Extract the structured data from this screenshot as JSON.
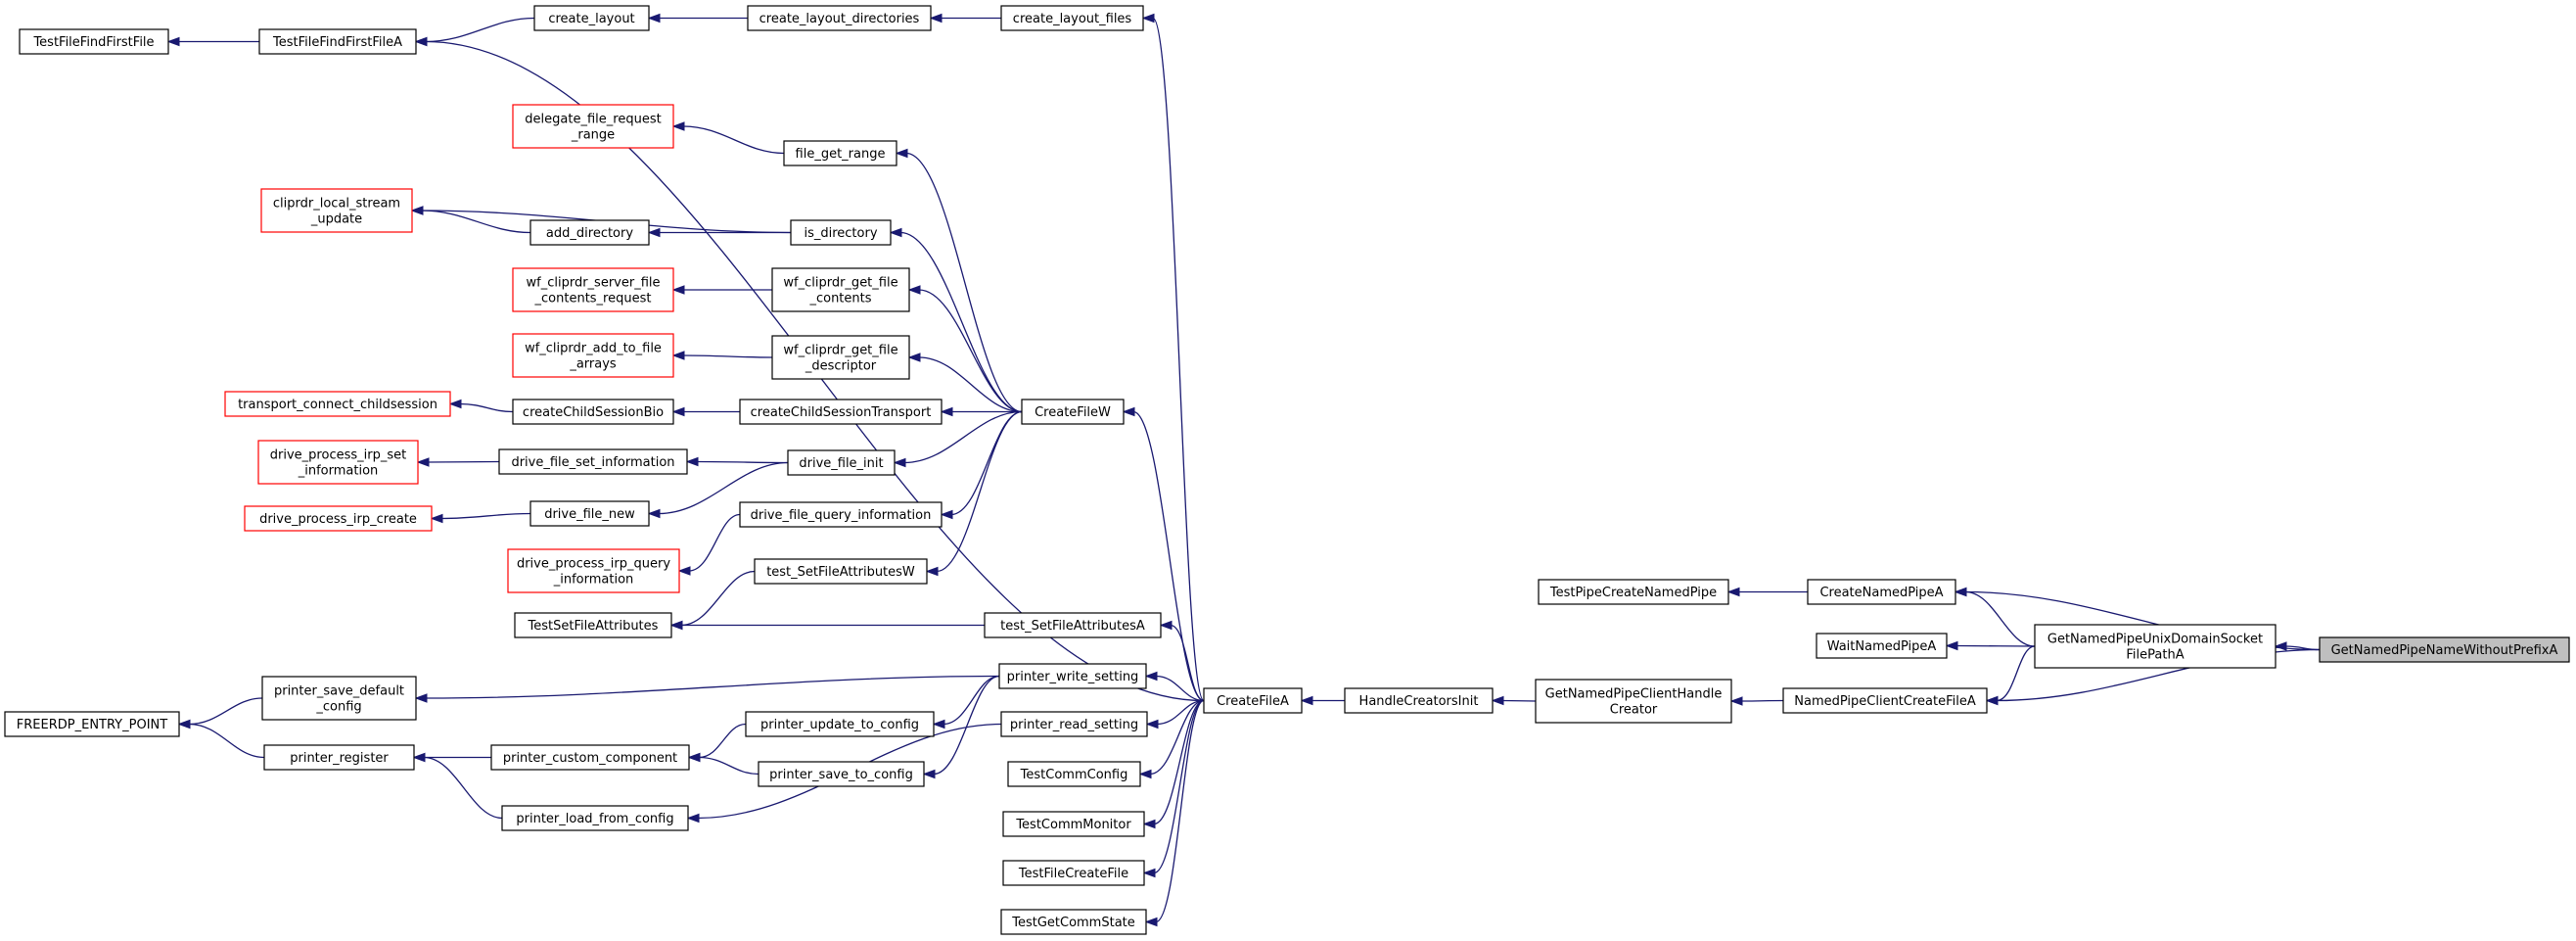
{
  "graph": {
    "nodes": {
      "GetNamedPipeNameWithoutPrefixA": {
        "lines": [
          "GetNamedPipeNameWithoutPrefixA"
        ],
        "root": true
      },
      "GetNamedPipeUnixDomainSocketFilePathA": {
        "lines": [
          "GetNamedPipeUnixDomainSocket",
          "FilePathA"
        ]
      },
      "CreateNamedPipeA": {
        "lines": [
          "CreateNamedPipeA"
        ]
      },
      "NamedPipeClientCreateFileA": {
        "lines": [
          "NamedPipeClientCreateFileA"
        ]
      },
      "WaitNamedPipeA": {
        "lines": [
          "WaitNamedPipeA"
        ]
      },
      "TestPipeCreateNamedPipe": {
        "lines": [
          "TestPipeCreateNamedPipe"
        ]
      },
      "GetNamedPipeClientHandleCreator": {
        "lines": [
          "GetNamedPipeClientHandle",
          "Creator"
        ]
      },
      "HandleCreatorsInit": {
        "lines": [
          "HandleCreatorsInit"
        ]
      },
      "CreateFileA": {
        "lines": [
          "CreateFileA"
        ]
      },
      "CreateFileW": {
        "lines": [
          "CreateFileW"
        ]
      },
      "create_layout_files": {
        "lines": [
          "create_layout_files"
        ]
      },
      "create_layout_directories": {
        "lines": [
          "create_layout_directories"
        ]
      },
      "create_layout": {
        "lines": [
          "create_layout"
        ]
      },
      "TestFileFindFirstFileA": {
        "lines": [
          "TestFileFindFirstFileA"
        ]
      },
      "TestFileFindFirstFile": {
        "lines": [
          "TestFileFindFirstFile"
        ]
      },
      "file_get_range": {
        "lines": [
          "file_get_range"
        ]
      },
      "delegate_file_request_range": {
        "lines": [
          "delegate_file_request",
          "_range"
        ],
        "truncated": true
      },
      "is_directory": {
        "lines": [
          "is_directory"
        ]
      },
      "add_directory": {
        "lines": [
          "add_directory"
        ]
      },
      "cliprdr_local_stream_update": {
        "lines": [
          "cliprdr_local_stream",
          "_update"
        ],
        "truncated": true
      },
      "wf_cliprdr_get_file_contents": {
        "lines": [
          "wf_cliprdr_get_file",
          "_contents"
        ]
      },
      "wf_cliprdr_server_file_contents_request": {
        "lines": [
          "wf_cliprdr_server_file",
          "_contents_request"
        ],
        "truncated": true
      },
      "wf_cliprdr_get_file_descriptor": {
        "lines": [
          "wf_cliprdr_get_file",
          "_descriptor"
        ]
      },
      "wf_cliprdr_add_to_file_arrays": {
        "lines": [
          "wf_cliprdr_add_to_file",
          "_arrays"
        ],
        "truncated": true
      },
      "createChildSessionTransport": {
        "lines": [
          "createChildSessionTransport"
        ]
      },
      "createChildSessionBio": {
        "lines": [
          "createChildSessionBio"
        ]
      },
      "transport_connect_childsession": {
        "lines": [
          "transport_connect_childsession"
        ],
        "truncated": true
      },
      "drive_file_init": {
        "lines": [
          "drive_file_init"
        ]
      },
      "drive_file_set_information": {
        "lines": [
          "drive_file_set_information"
        ]
      },
      "drive_process_irp_set_information": {
        "lines": [
          "drive_process_irp_set",
          "_information"
        ],
        "truncated": true
      },
      "drive_file_new": {
        "lines": [
          "drive_file_new"
        ]
      },
      "drive_process_irp_create": {
        "lines": [
          "drive_process_irp_create"
        ],
        "truncated": true
      },
      "drive_file_query_information": {
        "lines": [
          "drive_file_query_information"
        ]
      },
      "drive_process_irp_query_information": {
        "lines": [
          "drive_process_irp_query",
          "_information"
        ],
        "truncated": true
      },
      "test_SetFileAttributesW": {
        "lines": [
          "test_SetFileAttributesW"
        ]
      },
      "TestSetFileAttributes": {
        "lines": [
          "TestSetFileAttributes"
        ]
      },
      "test_SetFileAttributesA": {
        "lines": [
          "test_SetFileAttributesA"
        ]
      },
      "printer_write_setting": {
        "lines": [
          "printer_write_setting"
        ]
      },
      "printer_save_default_config": {
        "lines": [
          "printer_save_default",
          "_config"
        ]
      },
      "FREERDP_ENTRY_POINT": {
        "lines": [
          "FREERDP_ENTRY_POINT"
        ]
      },
      "printer_update_to_config": {
        "lines": [
          "printer_update_to_config"
        ]
      },
      "printer_custom_component": {
        "lines": [
          "printer_custom_component"
        ]
      },
      "printer_register": {
        "lines": [
          "printer_register"
        ]
      },
      "printer_save_to_config": {
        "lines": [
          "printer_save_to_config"
        ]
      },
      "printer_read_setting": {
        "lines": [
          "printer_read_setting"
        ]
      },
      "printer_load_from_config": {
        "lines": [
          "printer_load_from_config"
        ]
      },
      "TestCommConfig": {
        "lines": [
          "TestCommConfig"
        ]
      },
      "TestCommMonitor": {
        "lines": [
          "TestCommMonitor"
        ]
      },
      "TestFileCreateFile": {
        "lines": [
          "TestFileCreateFile"
        ]
      },
      "TestGetCommState": {
        "lines": [
          "TestGetCommState"
        ]
      }
    },
    "edges": [
      [
        "GetNamedPipeUnixDomainSocketFilePathA",
        "GetNamedPipeNameWithoutPrefixA"
      ],
      [
        "CreateNamedPipeA",
        "GetNamedPipeNameWithoutPrefixA"
      ],
      [
        "NamedPipeClientCreateFileA",
        "GetNamedPipeNameWithoutPrefixA"
      ],
      [
        "CreateNamedPipeA",
        "GetNamedPipeUnixDomainSocketFilePathA"
      ],
      [
        "WaitNamedPipeA",
        "GetNamedPipeUnixDomainSocketFilePathA"
      ],
      [
        "NamedPipeClientCreateFileA",
        "GetNamedPipeUnixDomainSocketFilePathA"
      ],
      [
        "TestPipeCreateNamedPipe",
        "CreateNamedPipeA"
      ],
      [
        "GetNamedPipeClientHandleCreator",
        "NamedPipeClientCreateFileA"
      ],
      [
        "HandleCreatorsInit",
        "GetNamedPipeClientHandleCreator"
      ],
      [
        "CreateFileA",
        "HandleCreatorsInit"
      ],
      [
        "create_layout_files",
        "CreateFileA"
      ],
      [
        "TestFileFindFirstFileA",
        "CreateFileA"
      ],
      [
        "CreateFileW",
        "CreateFileA"
      ],
      [
        "test_SetFileAttributesA",
        "CreateFileA"
      ],
      [
        "printer_write_setting",
        "CreateFileA"
      ],
      [
        "printer_read_setting",
        "CreateFileA"
      ],
      [
        "TestCommConfig",
        "CreateFileA"
      ],
      [
        "TestCommMonitor",
        "CreateFileA"
      ],
      [
        "TestFileCreateFile",
        "CreateFileA"
      ],
      [
        "TestGetCommState",
        "CreateFileA"
      ],
      [
        "create_layout_directories",
        "create_layout_files"
      ],
      [
        "create_layout",
        "create_layout_directories"
      ],
      [
        "TestFileFindFirstFileA",
        "create_layout"
      ],
      [
        "TestFileFindFirstFile",
        "TestFileFindFirstFileA"
      ],
      [
        "file_get_range",
        "CreateFileW"
      ],
      [
        "is_directory",
        "CreateFileW"
      ],
      [
        "wf_cliprdr_get_file_contents",
        "CreateFileW"
      ],
      [
        "wf_cliprdr_get_file_descriptor",
        "CreateFileW"
      ],
      [
        "createChildSessionTransport",
        "CreateFileW"
      ],
      [
        "drive_file_init",
        "CreateFileW"
      ],
      [
        "drive_file_query_information",
        "CreateFileW"
      ],
      [
        "test_SetFileAttributesW",
        "CreateFileW"
      ],
      [
        "delegate_file_request_range",
        "file_get_range"
      ],
      [
        "cliprdr_local_stream_update",
        "is_directory"
      ],
      [
        "add_directory",
        "is_directory"
      ],
      [
        "cliprdr_local_stream_update",
        "add_directory"
      ],
      [
        "wf_cliprdr_server_file_contents_request",
        "wf_cliprdr_get_file_contents"
      ],
      [
        "wf_cliprdr_add_to_file_arrays",
        "wf_cliprdr_get_file_descriptor"
      ],
      [
        "createChildSessionBio",
        "createChildSessionTransport"
      ],
      [
        "transport_connect_childsession",
        "createChildSessionBio"
      ],
      [
        "drive_file_set_information",
        "drive_file_init"
      ],
      [
        "drive_file_new",
        "drive_file_init"
      ],
      [
        "drive_process_irp_set_information",
        "drive_file_set_information"
      ],
      [
        "drive_process_irp_create",
        "drive_file_new"
      ],
      [
        "drive_process_irp_query_information",
        "drive_file_query_information"
      ],
      [
        "TestSetFileAttributes",
        "test_SetFileAttributesW"
      ],
      [
        "TestSetFileAttributes",
        "test_SetFileAttributesA"
      ],
      [
        "printer_save_default_config",
        "printer_write_setting"
      ],
      [
        "printer_update_to_config",
        "printer_write_setting"
      ],
      [
        "printer_save_to_config",
        "printer_write_setting"
      ],
      [
        "FREERDP_ENTRY_POINT",
        "printer_save_default_config"
      ],
      [
        "FREERDP_ENTRY_POINT",
        "printer_register"
      ],
      [
        "printer_custom_component",
        "printer_update_to_config"
      ],
      [
        "printer_custom_component",
        "printer_save_to_config"
      ],
      [
        "printer_register",
        "printer_custom_component"
      ],
      [
        "printer_register",
        "printer_load_from_config"
      ],
      [
        "printer_load_from_config",
        "printer_read_setting"
      ]
    ]
  }
}
